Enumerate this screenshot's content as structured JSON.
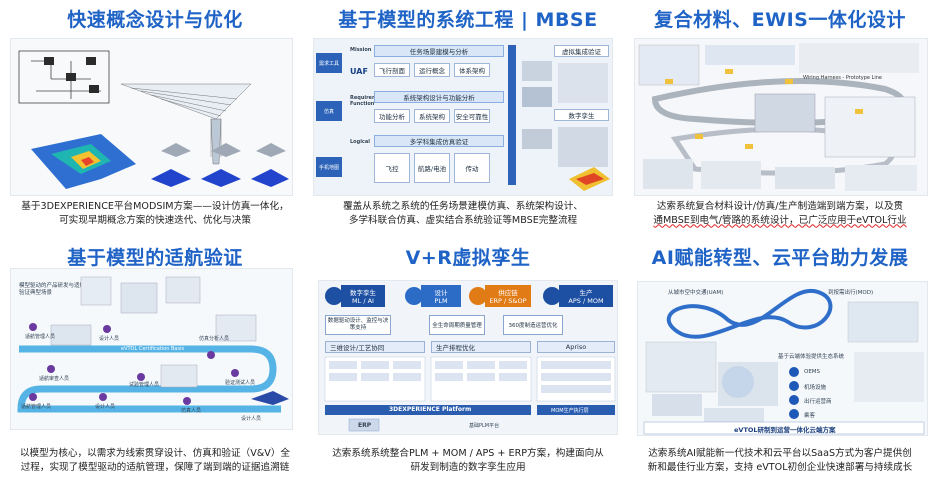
{
  "panels": [
    {
      "title": "快速概念设计与优化",
      "caption": [
        "基于3DEXPERIENCE平台MODSIM方案——设计仿真一体化，",
        "可实现早期概念方案的快速迭代、优化与决策"
      ]
    },
    {
      "title": "基于模型的系统工程 | MBSE",
      "caption": [
        "覆盖从系统之系统的任务场景建模仿真、系统架构设计、",
        "多学科联合仿真、虚实结合系统验证等MBSE完整流程"
      ],
      "labels": {
        "side1": "需求工具",
        "side2": "仿真",
        "side3": "手机地图",
        "mission": "Mission",
        "mission_box": "任务场景建模与分析",
        "m1": "飞行剖面",
        "m2": "运行概念",
        "m3": "体系架构",
        "uaf": "UAF",
        "req": "Requirement Function",
        "req_box": "系统架构设计与功能分析",
        "r1": "功能分析",
        "r2": "系统架构",
        "r3": "安全可靠性",
        "logical": "Logical",
        "log_box": "多学科集成仿真验证",
        "l1": "飞控",
        "l2": "航路/电池",
        "l3": "传动",
        "right1": "虚拟集成验证",
        "right2": "数字孪生"
      }
    },
    {
      "title": "复合材料、EWIS一体化设计",
      "caption": [
        "达索系统复合材料设计/仿真/生产制造端到端方案，以及贯",
        "通MBSE到电气/管路的系统设计，已广泛应用于eVTOL行业"
      ],
      "header_text": "Wiring Harness - Prototype Line"
    },
    {
      "title": "基于模型的适航验证",
      "caption": [
        "以模型为核心，以需求为线索贯穿设计、仿真和验证（V&V）全",
        "过程，实现了模型驱动的适航管理，保障了端到端的证据追溯链"
      ],
      "labels": {
        "top": "模型驱动的产品研发与适航验证典型场景",
        "cert": "eVTOL Certification Basis",
        "roles": [
          "适航管理人员",
          "设计人员",
          "仿真分析人员",
          "适航审查人员",
          "试验管理人员",
          "验证测试人员",
          "适航管理人员",
          "设计人员",
          "仿真人员",
          "设计人员"
        ]
      }
    },
    {
      "title": "V+R虚拟孪生",
      "caption": [
        "达索系统系统整合PLM + MOM / APS + ERP方案，构建面向从",
        "研发到制造的数字孪生应用"
      ],
      "labels": {
        "c1a": "数字孪生",
        "c1b": "ML / AI",
        "c2a": "设计",
        "c2b": "PLM",
        "c3a": "供应链",
        "c3b": "ERP / S&OP",
        "c4a": "生产",
        "c4b": "APS / MOM",
        "a1": "数据驱动设计、监控与决策支持",
        "a2": "全生命周期质量管理",
        "a3": "360度制造运营优化",
        "b1": "三维设计/工艺协同",
        "b2": "生产排程优化",
        "b3": "Apriso",
        "platform": "3DEXPERIENCE Platform",
        "erp": "ERP",
        "plm_exec": "基础PLM平台",
        "mom_exec": "MOM生产执行层"
      }
    },
    {
      "title": "AI赋能转型、云平台助力发展",
      "caption": [
        "达索系统AI赋能新一代技术和云平台以SaaS方式为客户提供创",
        "新和最佳行业方案，支持 eVTOL初创企业快速部署与持续成长"
      ],
      "labels": {
        "uam": "从城市空中交通(UAM)",
        "mod": "到按需出行(MOD)",
        "cloud": "基于云端体验提供生态系统",
        "oems": "OEMS",
        "airport": "机场设施",
        "service": "出行运营商",
        "consumer": "乘客",
        "banner": "eVTOL研制到运营一体化云端方案"
      }
    }
  ]
}
